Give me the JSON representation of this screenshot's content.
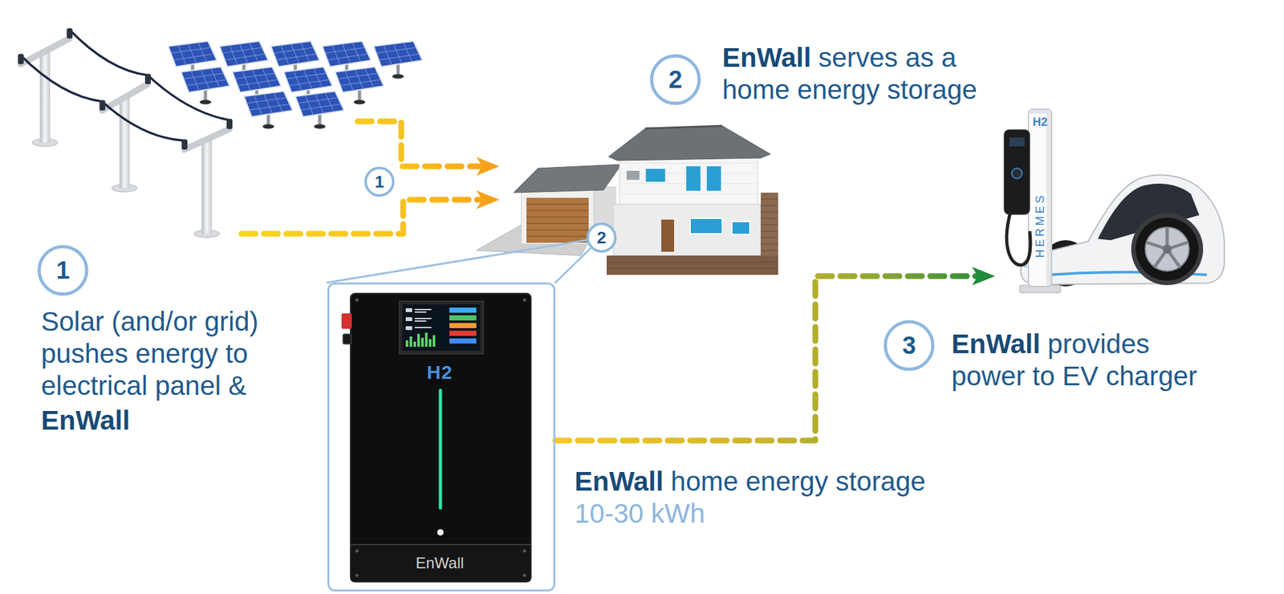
{
  "diagram": {
    "nodes": [
      {
        "text": [
          "1"
        ]
      },
      {
        "text": [
          "1"
        ]
      },
      {
        "text": [
          "2"
        ]
      },
      {
        "text": [
          "2"
        ]
      },
      {
        "text": [
          "H2",
          "EnWall"
        ]
      },
      {
        "text": [
          "3"
        ]
      },
      {
        "text": [
          "H2",
          "HERMES"
        ]
      }
    ],
    "edges": [
      {
        "from": 3,
        "to": 4,
        "arrow": "none"
      },
      {
        "from": 4,
        "to": 6,
        "arrow": "to"
      }
    ],
    "labels": [
      "Solar (and/or grid) pushes energy to electrical panel &",
      "EnWall",
      "EnWall",
      "serves as a home energy storage",
      "EnWall",
      "provides power to EV charger",
      "EnWall",
      "home energy storage",
      "10-30 kWh"
    ]
  }
}
